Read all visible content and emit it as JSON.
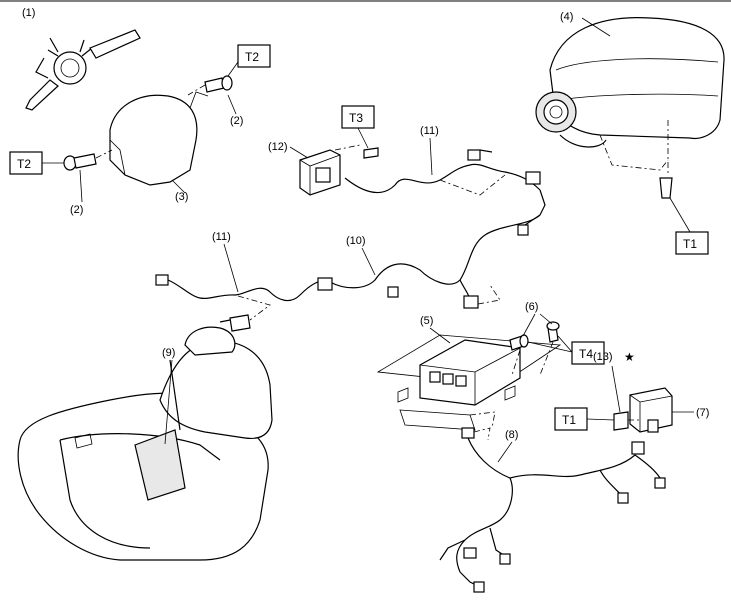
{
  "parts": {
    "p1": "(1)",
    "p2a": "(2)",
    "p2b": "(2)",
    "p3": "(3)",
    "p4": "(4)",
    "p5": "(5)",
    "p6": "(6)",
    "p7": "(7)",
    "p8": "(8)",
    "p9": "(9)",
    "p10": "(10)",
    "p11a": "(11)",
    "p11b": "(11)",
    "p12": "(12)",
    "p13": "(13)"
  },
  "torque": {
    "t1_airbag": "T1",
    "t1_sensor": "T1",
    "t2_left": "T2",
    "t2_top": "T2",
    "t3": "T3",
    "t4": "T4"
  },
  "marks": {
    "star": "★"
  }
}
